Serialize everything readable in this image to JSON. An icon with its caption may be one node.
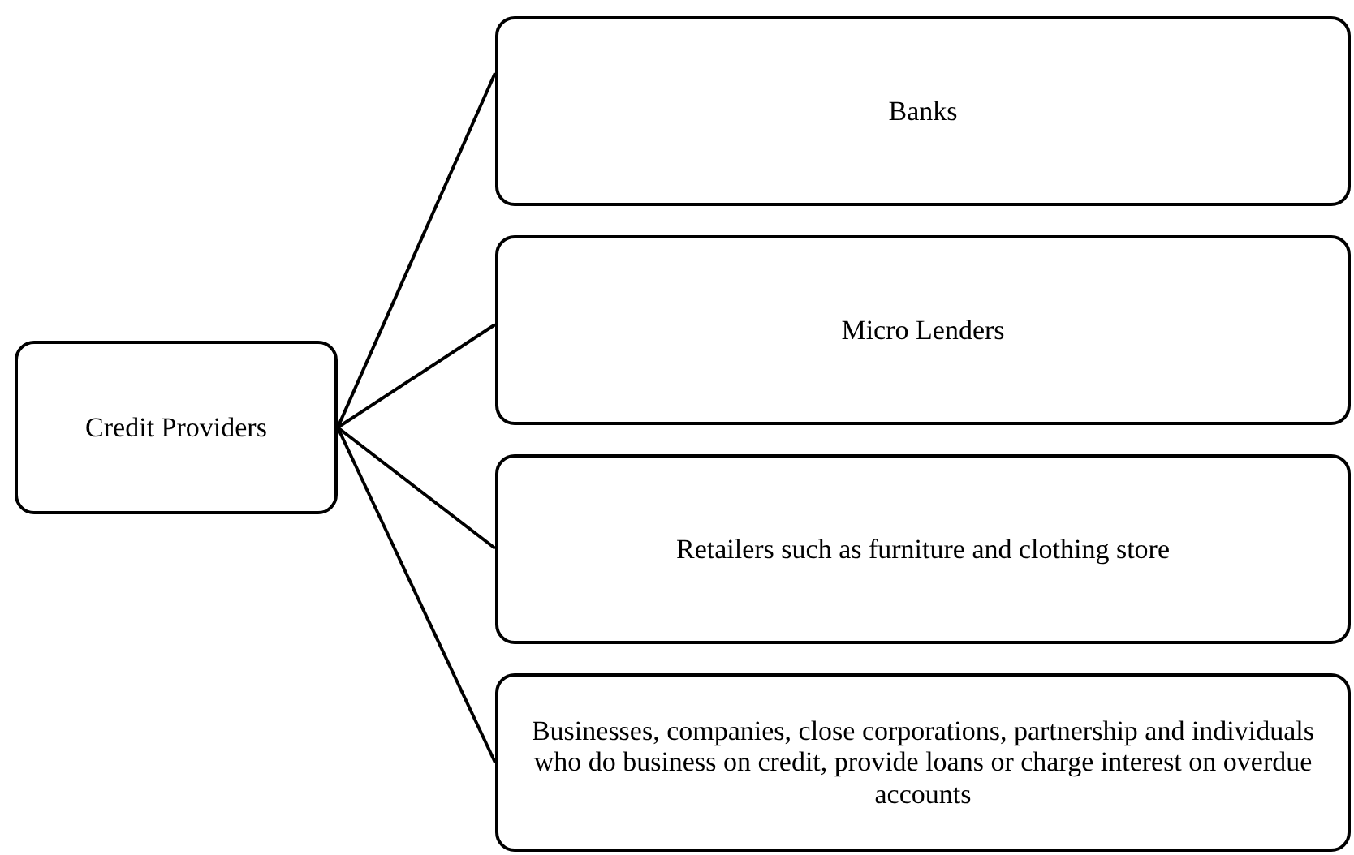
{
  "diagram": {
    "nodes": [
      {
        "text": [
          "Credit Providers"
        ]
      },
      {
        "text": [
          "Banks"
        ]
      },
      {
        "text": [
          "Micro Lenders"
        ]
      },
      {
        "text": [
          "Retailers such as furniture and clothing store"
        ]
      },
      {
        "text": [
          "Businesses, companies, close corporations, partnership and individuals who do business on credit, provide loans or charge interest on overdue accounts"
        ]
      }
    ],
    "edges": [
      {
        "from": 0,
        "to": 1,
        "arrow": "none"
      },
      {
        "from": 0,
        "to": 2,
        "arrow": "none"
      },
      {
        "from": 0,
        "to": 3,
        "arrow": "none"
      },
      {
        "from": 0,
        "to": 4,
        "arrow": "none"
      }
    ]
  }
}
